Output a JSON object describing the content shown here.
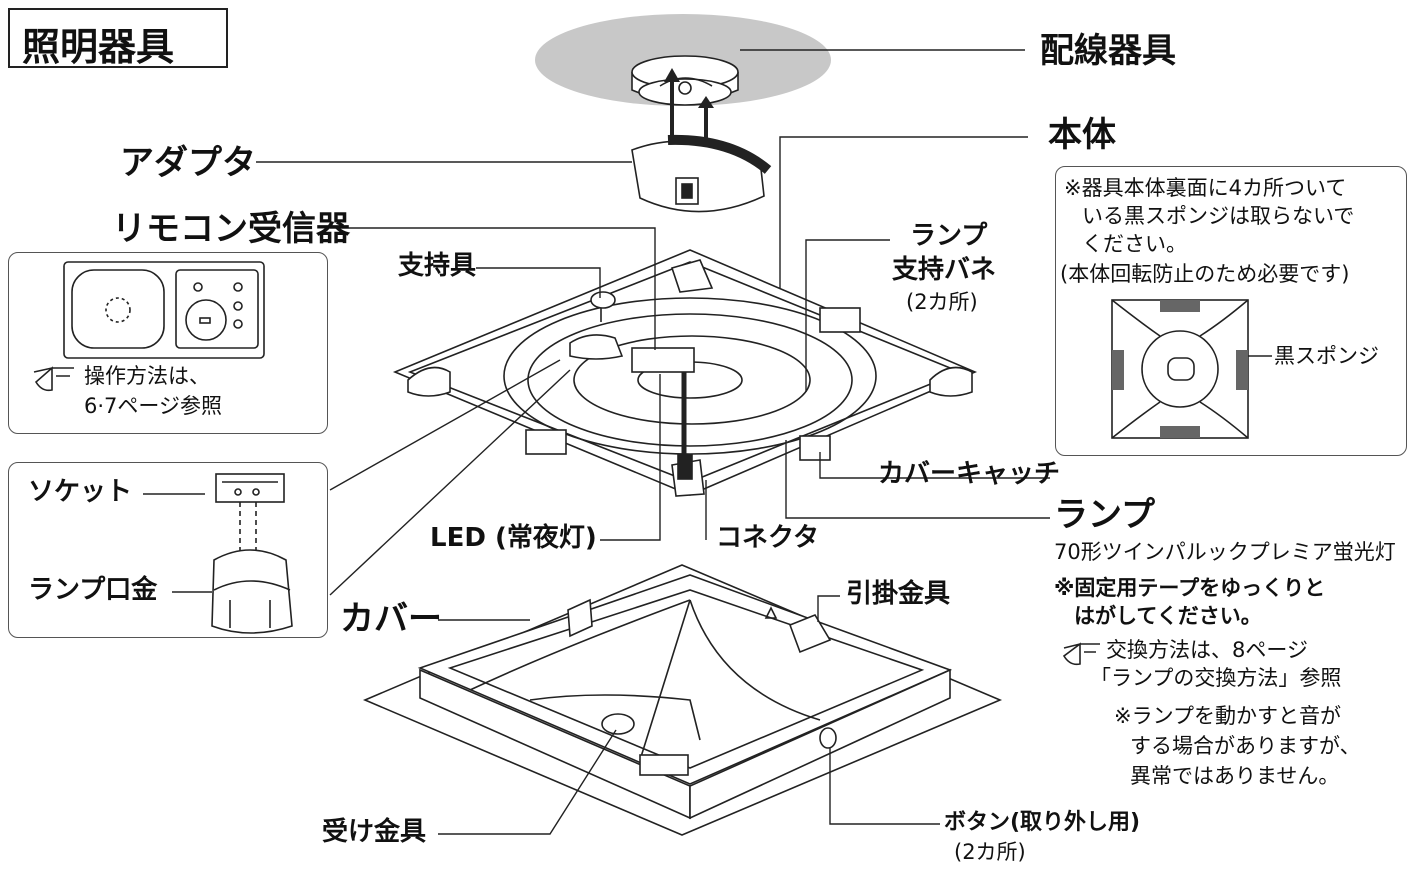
{
  "title": "照明器具",
  "labels": {
    "wiring": "配線器具",
    "adapter": "アダプタ",
    "body": "本体",
    "remote_receiver": "リモコン受信器",
    "support": "支持具",
    "lamp_spring_1": "ランプ",
    "lamp_spring_2": "支持バネ",
    "lamp_spring_count": "(2カ所)",
    "cover_catch": "カバーキャッチ",
    "lamp": "ランプ",
    "lamp_type": "70形ツインパルックプレミア蛍光灯",
    "tape_note_1": "※固定用テープをゆっくりと",
    "tape_note_2": "はがしてください。",
    "exchange_1": "交換方法は、8ページ",
    "exchange_2": "「ランプの交換方法」参照",
    "sound_1": "※ランプを動かすと音が",
    "sound_2": "する場合がありますが、",
    "sound_3": "異常ではありません。",
    "led": "LED (常夜灯)",
    "connector": "コネクタ",
    "hook": "引掛金具",
    "cover": "カバー",
    "receiver_fitting": "受け金具",
    "button": "ボタン(取り外し用)",
    "button_count": "(2カ所)",
    "socket": "ソケット",
    "lamp_base": "ランプ口金",
    "operation_1": "操作方法は、",
    "operation_2": "6·7ページ参照"
  },
  "note": {
    "line1": "※器具本体裏面に4カ所ついて",
    "line2": "いる黒スポンジは取らないで",
    "line3": "ください。",
    "line4": "(本体回転防止のため必要です)",
    "sponge_label": "黒スポンジ"
  },
  "icons": {
    "pointing_hand": "pointing-hand-icon"
  }
}
